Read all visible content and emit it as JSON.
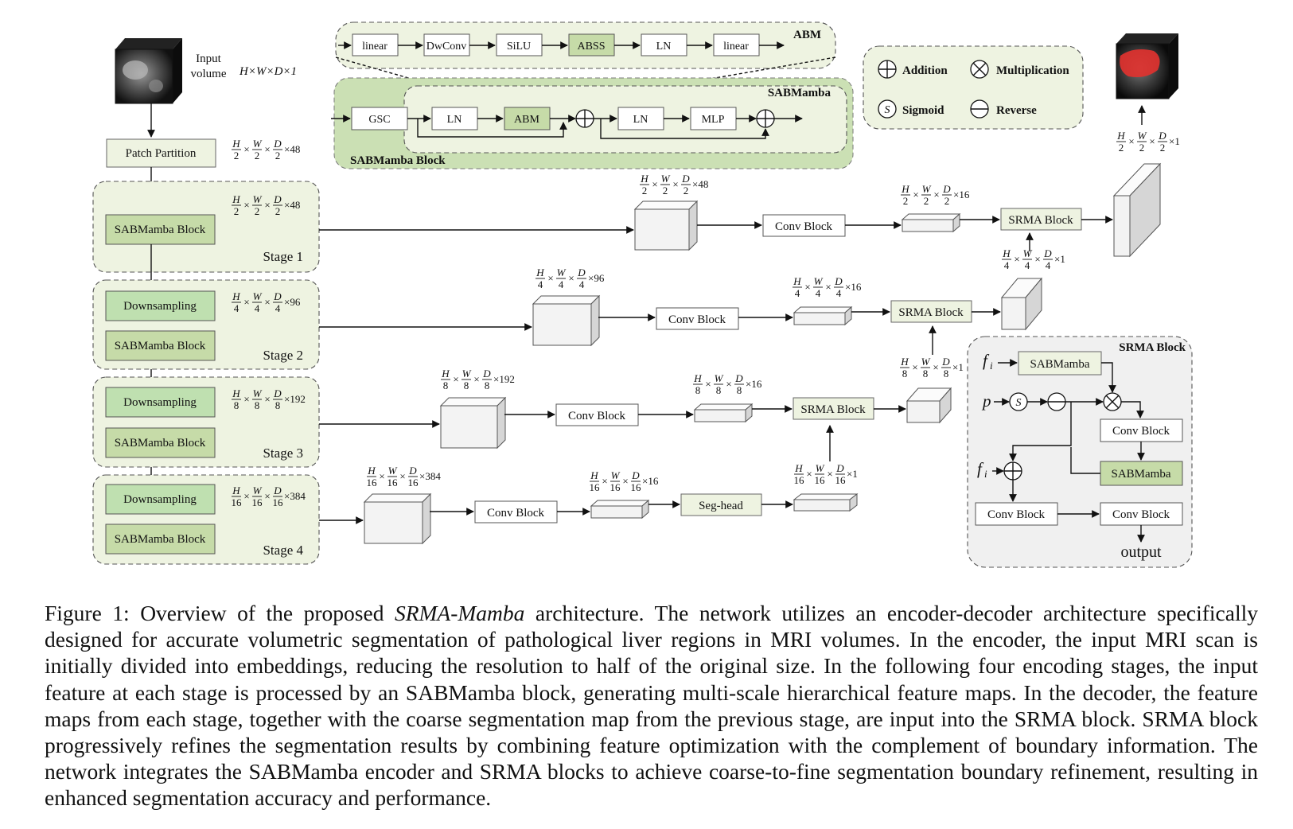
{
  "input": {
    "label_line1": "Input",
    "label_line2": "volume",
    "shape": "H×W×D×1"
  },
  "encoder": {
    "patch_partition": "Patch Partition",
    "patch_dims": {
      "h": "H",
      "hd": "2",
      "w": "W",
      "wd": "2",
      "d": "D",
      "dd": "2",
      "c": "×48"
    },
    "stages": [
      {
        "label": "Stage 1",
        "blocks": [
          "SABMamba Block"
        ],
        "dims": {
          "h": "H",
          "hd": "2",
          "w": "W",
          "wd": "2",
          "d": "D",
          "dd": "2",
          "c": "×48"
        }
      },
      {
        "label": "Stage 2",
        "blocks": [
          "Downsampling",
          "SABMamba Block"
        ],
        "dims": {
          "h": "H",
          "hd": "4",
          "w": "W",
          "wd": "4",
          "d": "D",
          "dd": "4",
          "c": "×96"
        }
      },
      {
        "label": "Stage 3",
        "blocks": [
          "Downsampling",
          "SABMamba Block"
        ],
        "dims": {
          "h": "H",
          "hd": "8",
          "w": "W",
          "wd": "8",
          "d": "D",
          "dd": "8",
          "c": "×192"
        }
      },
      {
        "label": "Stage 4",
        "blocks": [
          "Downsampling",
          "SABMamba Block"
        ],
        "dims": {
          "h": "H",
          "hd": "16",
          "w": "W",
          "wd": "16",
          "d": "D",
          "dd": "16",
          "c": "×384"
        }
      }
    ]
  },
  "abm": {
    "title": "ABM",
    "ops": [
      "linear",
      "DwConv",
      "SiLU",
      "ABSS",
      "LN",
      "linear"
    ]
  },
  "sabmamba": {
    "block_title": "SABMamba Block",
    "inner_title": "SABMamba",
    "gsc": "GSC",
    "ops": [
      "LN",
      "ABM",
      "LN",
      "MLP"
    ]
  },
  "legend": {
    "addition": "Addition",
    "multiplication": "Multiplication",
    "sigmoid_symbol": "S",
    "sigmoid": "Sigmoid",
    "reverse": "Reverse"
  },
  "decoder": {
    "conv_block": "Conv Block",
    "srma_block": "SRMA Block",
    "seg_head": "Seg-head",
    "dims": {
      "d1_feat": {
        "h": "H",
        "hd": "2",
        "w": "W",
        "wd": "2",
        "d": "D",
        "dd": "2",
        "c": "×48"
      },
      "d1_conv": {
        "h": "H",
        "hd": "2",
        "w": "W",
        "wd": "2",
        "d": "D",
        "dd": "2",
        "c": "×16"
      },
      "d1_out": {
        "h": "H",
        "hd": "2",
        "w": "W",
        "wd": "2",
        "d": "D",
        "dd": "2",
        "c": "×1"
      },
      "d2_feat": {
        "h": "H",
        "hd": "4",
        "w": "W",
        "wd": "4",
        "d": "D",
        "dd": "4",
        "c": "×96"
      },
      "d2_conv": {
        "h": "H",
        "hd": "4",
        "w": "W",
        "wd": "4",
        "d": "D",
        "dd": "4",
        "c": "×16"
      },
      "d2_out": {
        "h": "H",
        "hd": "4",
        "w": "W",
        "wd": "4",
        "d": "D",
        "dd": "4",
        "c": "×1"
      },
      "d3_feat": {
        "h": "H",
        "hd": "8",
        "w": "W",
        "wd": "8",
        "d": "D",
        "dd": "8",
        "c": "×192"
      },
      "d3_conv": {
        "h": "H",
        "hd": "8",
        "w": "W",
        "wd": "8",
        "d": "D",
        "dd": "8",
        "c": "×16"
      },
      "d3_out": {
        "h": "H",
        "hd": "8",
        "w": "W",
        "wd": "8",
        "d": "D",
        "dd": "8",
        "c": "×1"
      },
      "d4_feat": {
        "h": "H",
        "hd": "16",
        "w": "W",
        "wd": "16",
        "d": "D",
        "dd": "16",
        "c": "×384"
      },
      "d4_conv": {
        "h": "H",
        "hd": "16",
        "w": "W",
        "wd": "16",
        "d": "D",
        "dd": "16",
        "c": "×16"
      },
      "d4_out": {
        "h": "H",
        "hd": "16",
        "w": "W",
        "wd": "16",
        "d": "D",
        "dd": "16",
        "c": "×1"
      }
    }
  },
  "srma_detail": {
    "title": "SRMA Block",
    "f_symbol": "f",
    "f_sub": "i",
    "p_symbol": "p",
    "sabmamba": "SABMamba",
    "conv_block": "Conv Block",
    "output": "output"
  },
  "caption": {
    "prefix": "Figure 1: Overview of the proposed ",
    "name": "SRMA-Mamba",
    "body": " architecture. The network utilizes an encoder-decoder architecture specifically designed for accurate volumetric segmentation of pathological liver regions in MRI volumes. In the encoder, the input MRI scan is initially divided into embeddings, reducing the resolution to half of the original size. In the following four encoding stages, the input feature at each stage is processed by an SABMamba block, generating multi-scale hierarchical feature maps. In the decoder, the feature maps from each stage, together with the coarse segmentation map from the previous stage, are input into the SRMA block. SRMA block progressively refines the segmentation results by combining feature optimization with the complement of boundary information. The network integrates the SABMamba encoder and SRMA blocks to achieve coarse-to-fine segmentation boundary refinement, resulting in enhanced segmentation accuracy and performance."
  }
}
